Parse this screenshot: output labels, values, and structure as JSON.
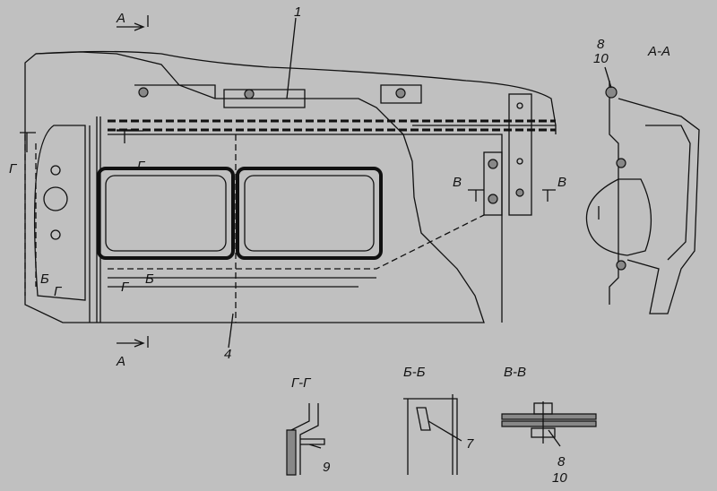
{
  "labels": {
    "section_a_top": "А",
    "section_a_bottom": "А",
    "part_1": "1",
    "part_4": "4",
    "part_8_top": "8",
    "part_10_top": "10",
    "view_aa": "А-А",
    "g_left": "Г",
    "g_inner": "Г",
    "g_bottom_left": "Г",
    "g_bottom_inner": "Г",
    "b_left": "Б",
    "b_inner": "Б",
    "v_left": "В",
    "v_right": "В",
    "view_gg": "Г-Г",
    "view_bb": "Б-Б",
    "view_vv": "В-В",
    "part_9": "9",
    "part_7": "7",
    "part_8_bottom": "8",
    "part_10_bottom": "10"
  },
  "colors": {
    "background": "#c0c0c0",
    "ink": "#111111"
  }
}
